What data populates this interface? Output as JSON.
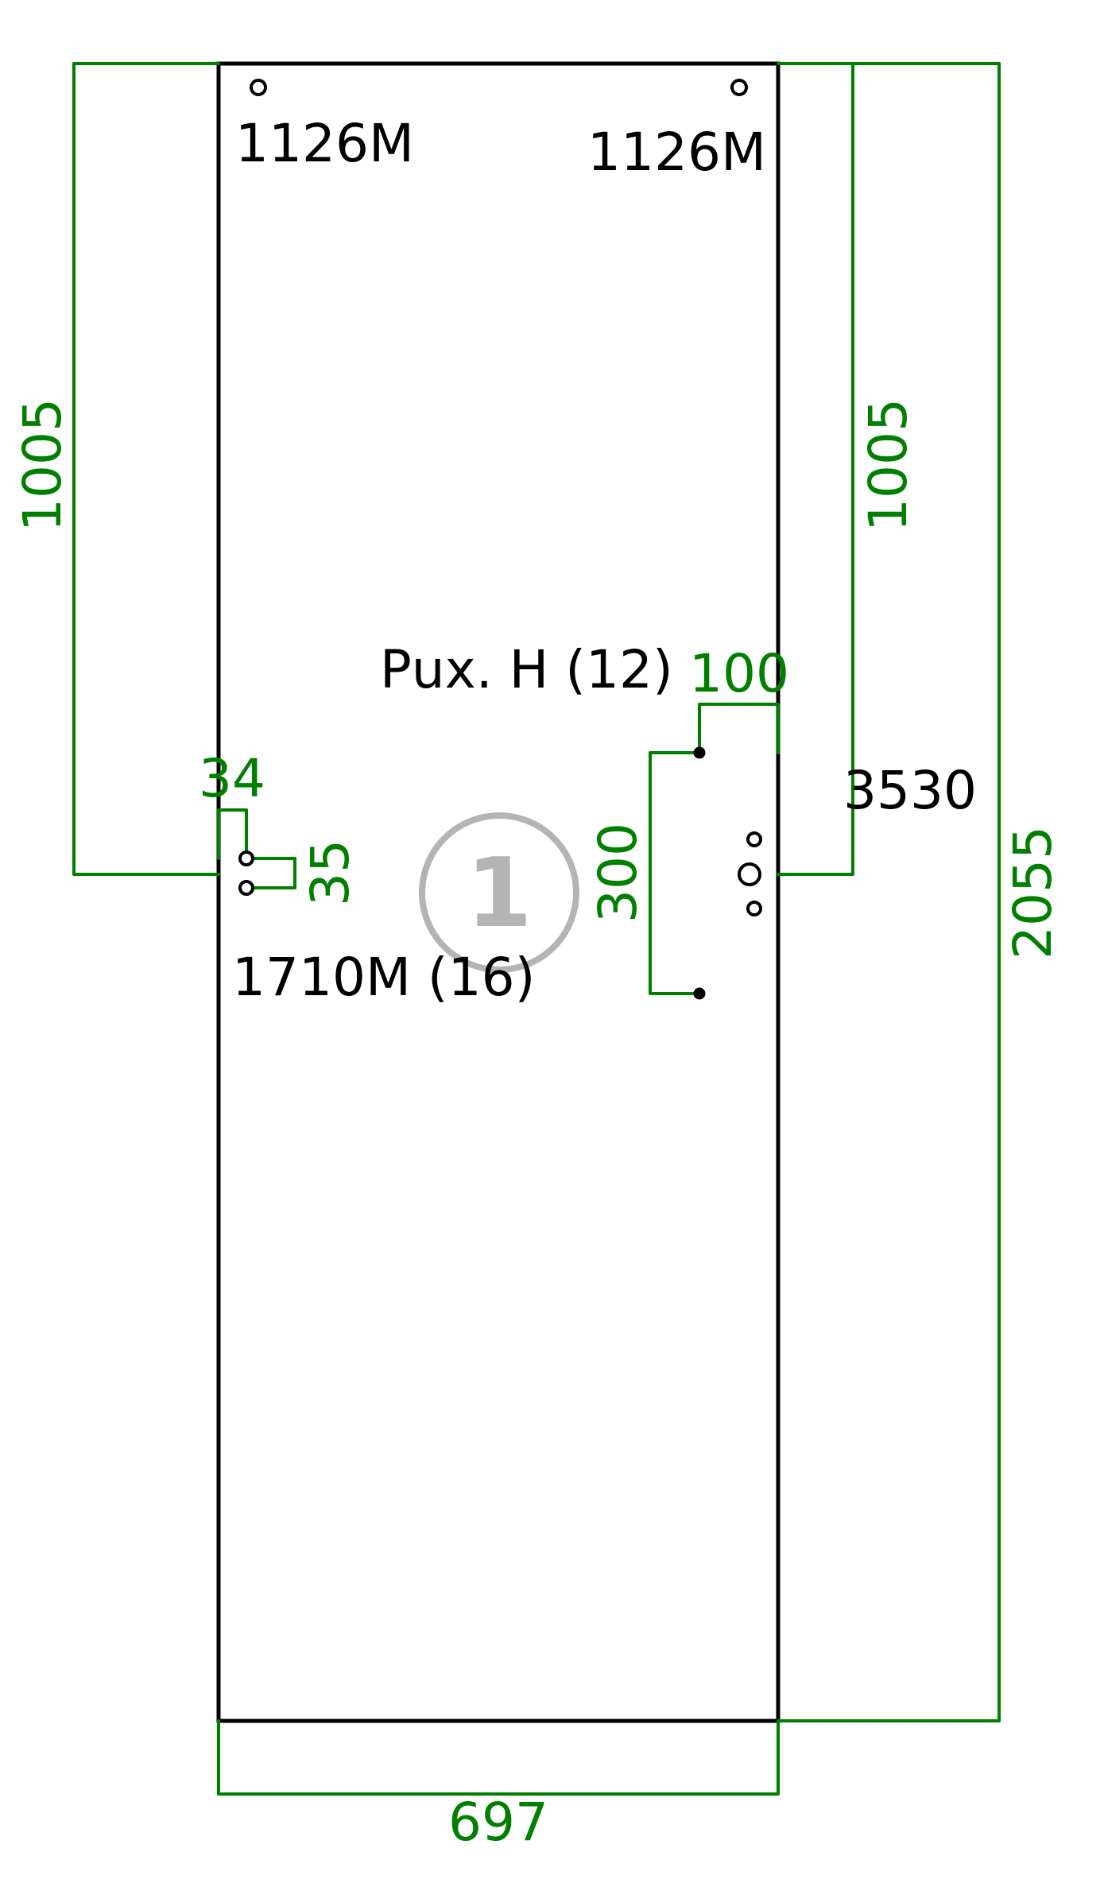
{
  "colors": {
    "panel": "#000000",
    "dimension": "#007f00",
    "badge": "#b4b4b4"
  },
  "labels": {
    "hinge_top_left": "1126M",
    "hinge_top_right": "1126M",
    "handle": "Рuх. Н (12)",
    "hinge_mid_left": "1710M (16)",
    "part_code": "3530",
    "panel_number": "1"
  },
  "dimensions": {
    "height_left": "1005",
    "height_right": "1005",
    "total_height": "2055",
    "width": "697",
    "offset_34": "34",
    "spacing_35": "35",
    "spacing_300": "300",
    "offset_100": "100"
  }
}
